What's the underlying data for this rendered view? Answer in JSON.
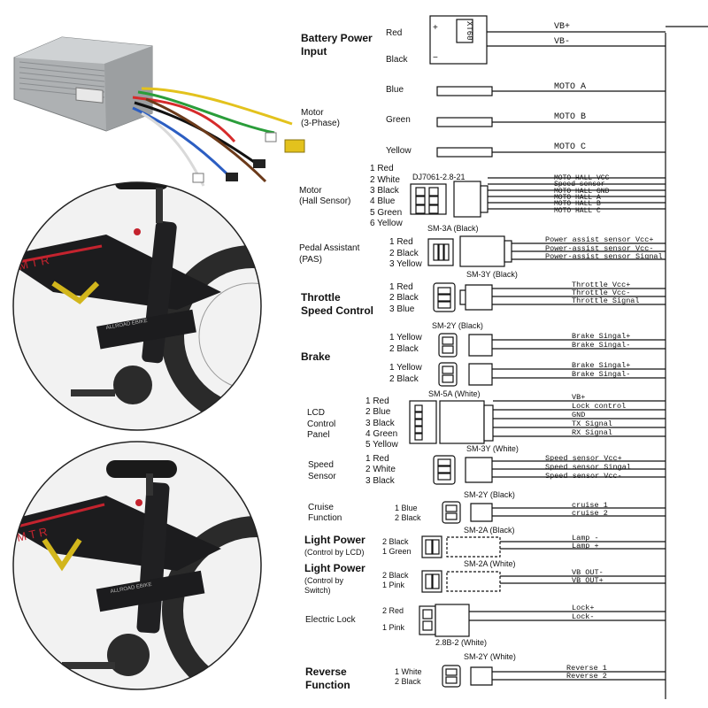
{
  "sections": {
    "battery": {
      "title": [
        "Battery Power",
        "Input"
      ],
      "wires": [
        "Red",
        "Black"
      ],
      "signals": [
        "VB+",
        "VB-"
      ],
      "plus": "+",
      "minus": "−",
      "connector": "XT60"
    },
    "motor3": {
      "title": [
        "Motor",
        "(3-Phase)"
      ],
      "wires": [
        "Blue",
        "Green",
        "Yellow"
      ],
      "signals": [
        "MOTO A",
        "MOTO B",
        "MOTO C"
      ]
    },
    "hall": {
      "title": [
        "Motor",
        "(Hall Sensor)"
      ],
      "connector": "DJ7061-2.8-21",
      "wires": [
        "1 Red",
        "2 White",
        "3 Black",
        "4 Blue",
        "5 Green",
        "6 Yellow"
      ],
      "signals": [
        "MOTO HALL VCC",
        "Speed sensor",
        "MOTO HALL GND",
        "MOTO HALL A",
        "MOTO HALL B",
        "MOTO HALL C"
      ]
    },
    "pas": {
      "title": [
        "Pedal Assistant",
        "(PAS)"
      ],
      "connector_top": "SM-3A (Black)",
      "connector_bottom": "SM-3Y (Black)",
      "wires": [
        "1 Red",
        "2 Black",
        "3 Yellow"
      ],
      "signals": [
        "Power assist sensor Vcc+",
        "Power-assist sensor Vcc-",
        "Power-assist sensor Signal"
      ]
    },
    "throttle": {
      "title": [
        "Throttle",
        "Speed Control"
      ],
      "connector_bottom": "SM-2Y (Black)",
      "wires": [
        "1 Red",
        "2 Black",
        "3 Blue"
      ],
      "signals": [
        "Throttle Vcc+",
        "Throttle Vcc-",
        "Throttle Signal"
      ]
    },
    "brake": {
      "title": "Brake",
      "wires_a": [
        "1 Yellow",
        "2 Black"
      ],
      "signals_a": [
        "Brake Singal+",
        "Brake Singal-"
      ],
      "wires_b": [
        "1 Yellow",
        "2 Black"
      ],
      "signals_b": [
        "Brake Singal+",
        "Brake Singal-"
      ]
    },
    "lcd": {
      "title": [
        "LCD",
        "Control",
        "Panel"
      ],
      "connector_top": "SM-5A (White)",
      "connector_bottom": "SM-3Y (White)",
      "wires": [
        "1 Red",
        "2 Blue",
        "3 Black",
        "4 Green",
        "5 Yellow"
      ],
      "signals": [
        "VB+",
        "Lock control",
        "GND",
        "TX Signal",
        "RX Signal"
      ]
    },
    "speed": {
      "title": [
        "Speed",
        "Sensor"
      ],
      "connector_bottom": "SM-2Y (Black)",
      "wires": [
        "1 Red",
        "2 White",
        "3 Black"
      ],
      "signals": [
        "Speed sensor Vcc+",
        "Speed sensor Singal",
        "Speed sensor Vcc-"
      ]
    },
    "cruise": {
      "title": [
        "Cruise",
        "Function"
      ],
      "wires": [
        "1  Blue",
        "2  Black"
      ],
      "signals": [
        "cruise 1",
        "cruise 2"
      ]
    },
    "light_lcd": {
      "title": [
        "Light Power",
        "(Control by LCD)"
      ],
      "connector_top": "SM-2A (Black)",
      "wires": [
        "2 Black",
        "1 Green"
      ],
      "signals": [
        "Lamp -",
        "Lamp +"
      ]
    },
    "light_sw": {
      "title": [
        "Light Power",
        "(Control by",
        "Switch)"
      ],
      "connector_top": "SM-2A (White)",
      "wires": [
        "2 Black",
        "1 Pink"
      ],
      "signals": [
        "VB OUT-",
        "VB OUT+"
      ]
    },
    "lock": {
      "title": "Electric Lock",
      "connector_bottom": "2.8B-2 (White)",
      "wires": [
        "2  Red",
        "1  Pink"
      ],
      "signals": [
        "Lock+",
        "Lock-"
      ]
    },
    "reverse": {
      "title": [
        "Reverse",
        "Function"
      ],
      "connector_top": "SM-2Y (White)",
      "wires": [
        "1  White",
        "2  Black"
      ],
      "signals": [
        "Reverse 1",
        "Reverse 2"
      ]
    }
  },
  "photos": {
    "controller_label": "controller-photo",
    "bike_frame_text": "M T R",
    "bike_arm_text": "ALLROAD EBIKE"
  },
  "colors": {
    "bike_accent": "#c4232e",
    "frame": "#1c1c1e",
    "controller": "#b9bcbe"
  }
}
